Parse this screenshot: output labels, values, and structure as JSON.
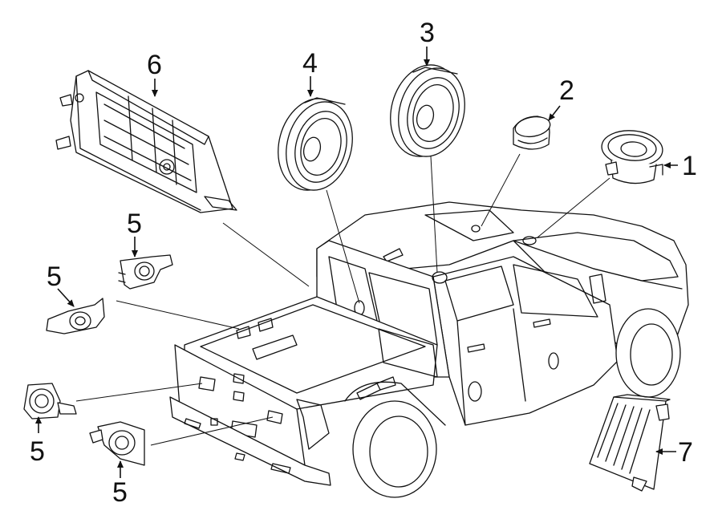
{
  "diagram": {
    "callouts": {
      "c1": "1",
      "c2": "2",
      "c3": "3",
      "c4": "4",
      "c5a": "5",
      "c5b": "5",
      "c5c": "5",
      "c5d": "5",
      "c6": "6",
      "c7": "7"
    },
    "parts": [
      {
        "ref": "1",
        "icon": "speaker-tweeter-icon"
      },
      {
        "ref": "2",
        "icon": "speaker-dome-icon"
      },
      {
        "ref": "3",
        "icon": "rear-door-speaker-icon"
      },
      {
        "ref": "4",
        "icon": "front-door-speaker-icon"
      },
      {
        "ref": "5",
        "icon": "parking-sensor-icon"
      },
      {
        "ref": "6",
        "icon": "amplifier-icon"
      },
      {
        "ref": "7",
        "icon": "control-module-icon"
      }
    ]
  }
}
